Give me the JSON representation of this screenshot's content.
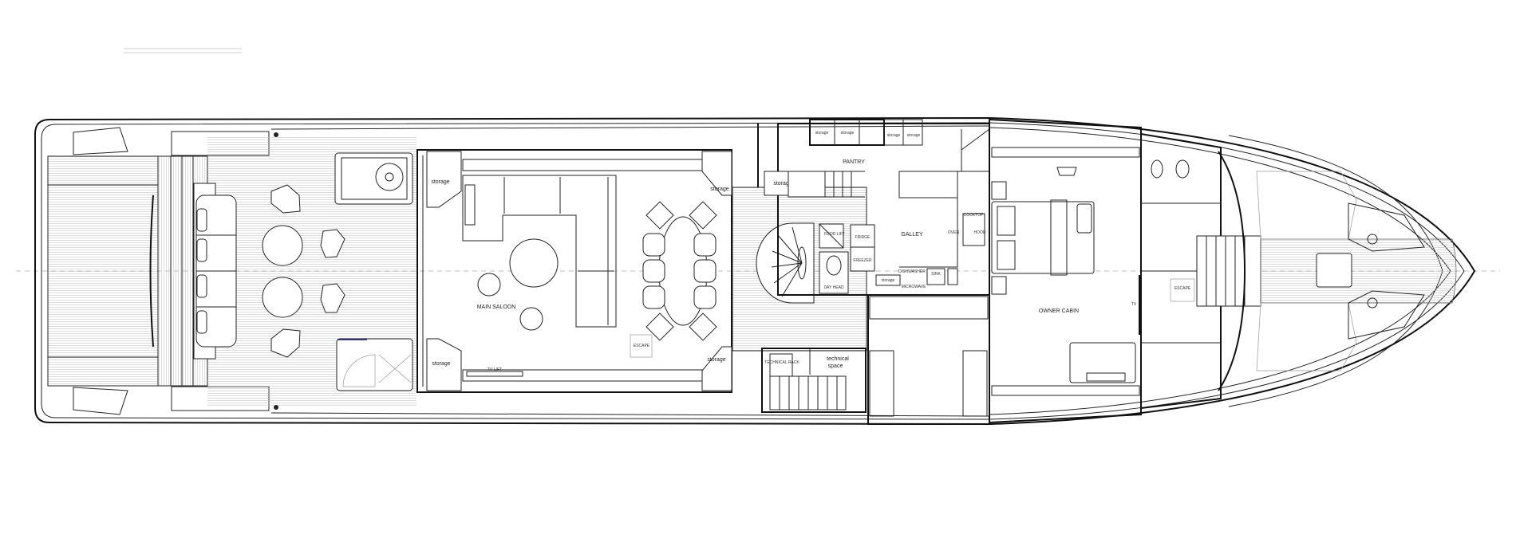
{
  "plan": {
    "colors": {
      "line": "#222222",
      "deck_hatch": "#bbbbbb",
      "background": "#ffffff",
      "accent_line": "#1a1aa0"
    },
    "labels": {
      "main_saloon": "MAIN SALOON",
      "escape": "ESCAPE",
      "storage": "storage",
      "tv_lift": "TV LIFT",
      "pantry": "PANTRY",
      "galley": "GALLEY",
      "fridge": "FRIDGE",
      "freezer": "FREEZER",
      "food_lift": "FOOD LIFT",
      "day_head": "DAY HEAD",
      "cooktop": "COOKTOP",
      "oven": "OVEN",
      "hood": "HOOD",
      "dishwasher": "DISHWASHER",
      "microwave": "MICROWAVE",
      "sink": "SINK",
      "technical_rack": "TECHNICAL RACK",
      "technical_space_1": "technical",
      "technical_space_2": "space",
      "owner_cabin": "OWNER CABIN",
      "tv": "TV"
    }
  }
}
